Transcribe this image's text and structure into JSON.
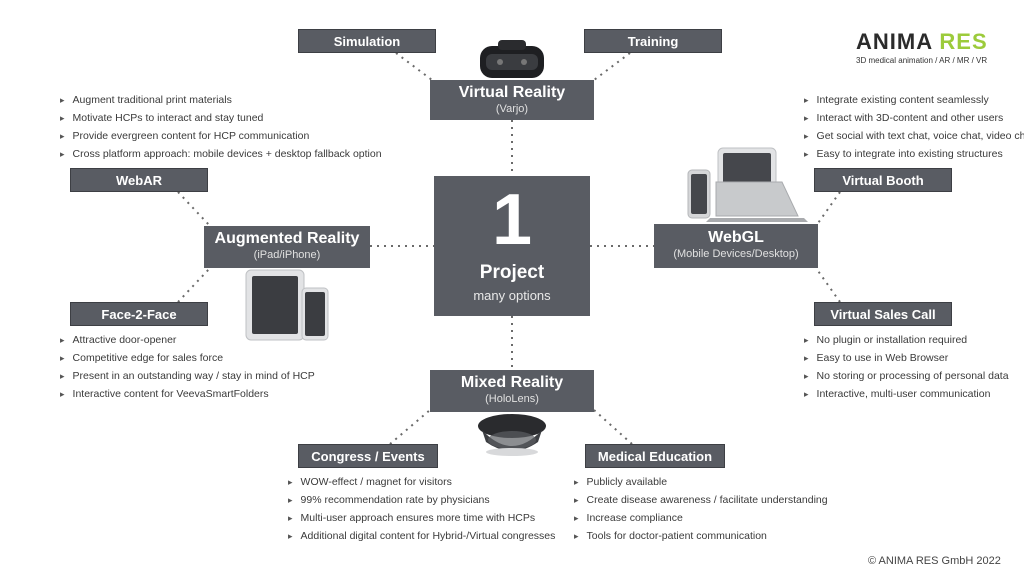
{
  "logo": {
    "name_part1": "ANIMA",
    "name_part2": "RES",
    "tagline": "3D medical animation / AR / MR / VR"
  },
  "center": {
    "number": "1",
    "title": "Project",
    "subtitle": "many options"
  },
  "vr": {
    "title": "Virtual Reality",
    "subtitle": "(Varjo)"
  },
  "ar": {
    "title": "Augmented Reality",
    "subtitle": "(iPad/iPhone)"
  },
  "webgl": {
    "title": "WebGL",
    "subtitle": "(Mobile Devices/Desktop)"
  },
  "mr": {
    "title": "Mixed Reality",
    "subtitle": "(HoloLens)"
  },
  "tags": {
    "simulation": "Simulation",
    "training": "Training",
    "webar": "WebAR",
    "face2face": "Face-2-Face",
    "virtual_booth": "Virtual Booth",
    "virtual_sales_call": "Virtual Sales Call",
    "congress_events": "Congress / Events",
    "medical_education": "Medical Education"
  },
  "lists": {
    "webar": [
      "Augment traditional print materials",
      "Motivate HCPs to interact and stay tuned",
      "Provide evergreen content for HCP communication",
      "Cross platform approach: mobile devices + desktop fallback option"
    ],
    "virtual_booth": [
      "Integrate existing content seamlessly",
      "Interact with 3D-content and other users",
      "Get social with text chat, voice chat, video chat",
      "Easy to integrate into existing structures"
    ],
    "face2face": [
      "Attractive door-opener",
      "Competitive edge for sales force",
      "Present in an outstanding way / stay in mind of HCP",
      "Interactive content for VeevaSmartFolders"
    ],
    "virtual_sales_call": [
      "No plugin or installation required",
      "Easy to use in Web Browser",
      "No storing or processing of personal data",
      "Interactive, multi-user communication"
    ],
    "congress_events": [
      "WOW-effect / magnet for visitors",
      "99% recommendation rate by physicians",
      "Multi-user approach ensures more time with HCPs",
      "Additional digital content for Hybrid-/Virtual congresses"
    ],
    "medical_education": [
      "Publicly available",
      "Create disease awareness / facilitate understanding",
      "Increase compliance",
      "Tools for doctor-patient communication"
    ]
  },
  "copyright": "© ANIMA RES GmbH 2022",
  "colors": {
    "box": "#595c63",
    "logo_dark": "#2b2b2b",
    "logo_green": "#9ccb3b"
  }
}
